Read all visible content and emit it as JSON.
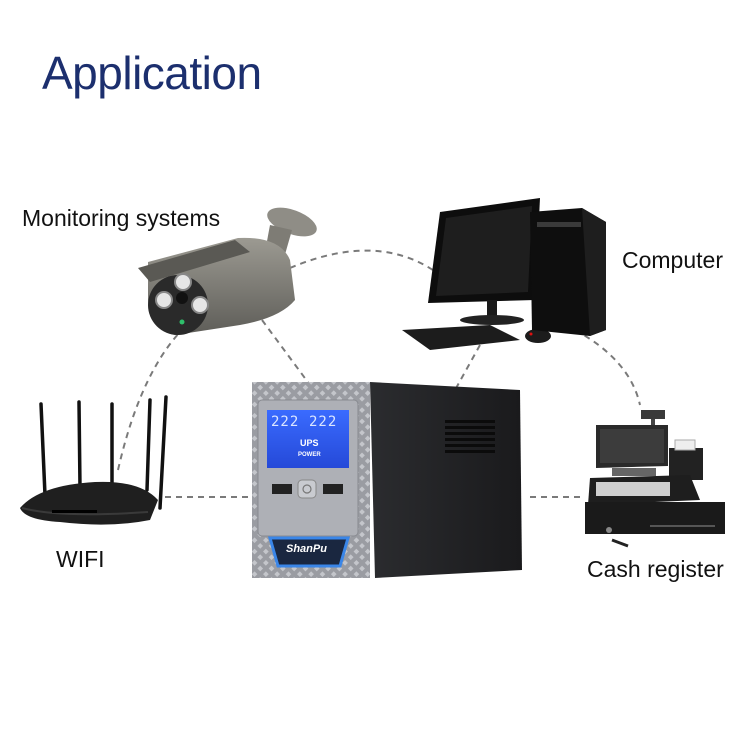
{
  "title": "Application",
  "labels": {
    "monitoring": "Monitoring systems",
    "computer": "Computer",
    "wifi": "WIFI",
    "cash_register": "Cash register"
  },
  "ups": {
    "display_input": "222",
    "display_output": "222",
    "display_mode": "UPS",
    "display_status": "POWER",
    "brand": "ShanPu",
    "lcd_color": "#2f5cf0",
    "accent_color": "#3a86e8"
  },
  "colors": {
    "title": "#1c2f6e",
    "dashed_line": "#7a7a7a"
  }
}
